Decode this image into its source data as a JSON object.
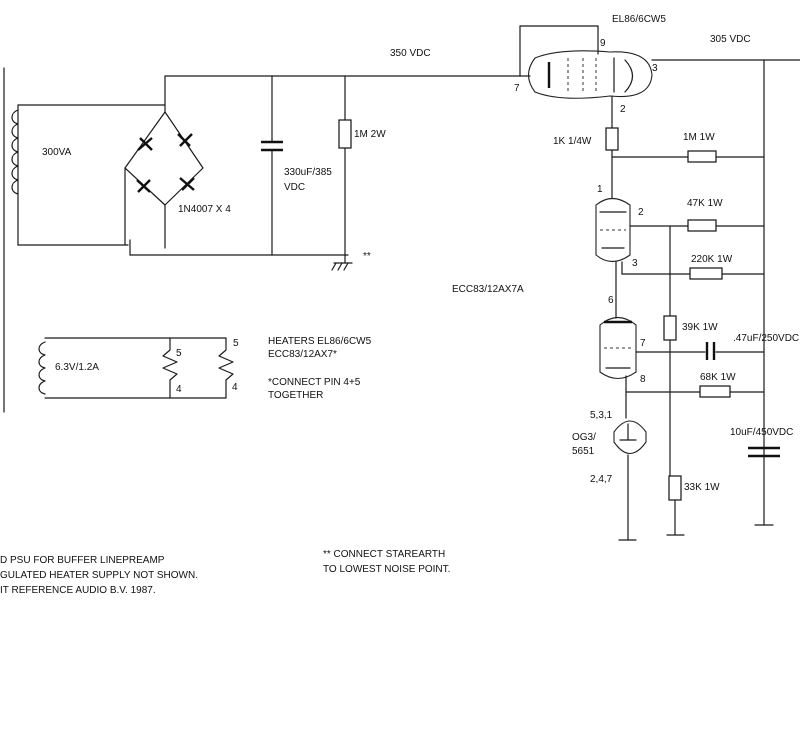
{
  "labels": {
    "supply_350": "350 VDC",
    "supply_305": "305 VDC",
    "el86": "EL86/6CW5",
    "pin_9": "9",
    "pin_7_top": "7",
    "pin_3_top": "3",
    "pin_2_top": "2",
    "transformer": "300VA",
    "bridge": "1N4007 X 4",
    "cap_filter_1": "330uF/385",
    "cap_filter_2": "VDC",
    "r_1m2w": "1M 2W",
    "star_mark": "**",
    "r_1k": "1K 1/4W",
    "r_1m1w": "1M 1W",
    "pin_1": "1",
    "pin_2": "2",
    "r_47k": "47K 1W",
    "pin_3": "3",
    "r_220k": "220K 1W",
    "ecc83": "ECC83/12AX7A",
    "pin_6": "6",
    "r_39k": "39K 1W",
    "pin_7": "7",
    "cap_047": ".47uF/250VDC",
    "pin_8": "8",
    "r_68k": "68K 1W",
    "og3_pins_top": "5,3,1",
    "og3_1": "OG3/",
    "og3_2": "5651",
    "og3_pins_bottom": "2,4,7",
    "cap_10uf": "10uF/450VDC",
    "r_33k": "33K 1W",
    "heater_voltage": "6.3V/1.2A",
    "heater_pin_5a": "5",
    "heater_pin_4a": "4",
    "heater_pin_5b": "5",
    "heater_pin_4b": "4",
    "heaters_line1": "HEATERS EL86/6CW5",
    "heaters_line2": "ECC83/12AX7*",
    "heaters_note1": "*CONNECT PIN 4+5",
    "heaters_note2": "TOGETHER",
    "note_left_1": "D PSU FOR BUFFER LINEPREAMP",
    "note_left_2": "GULATED HEATER SUPPLY NOT SHOWN.",
    "note_left_3": "IT REFERENCE AUDIO B.V. 1987.",
    "note_star_1": "** CONNECT STAREARTH",
    "note_star_2": "TO LOWEST NOISE POINT."
  }
}
